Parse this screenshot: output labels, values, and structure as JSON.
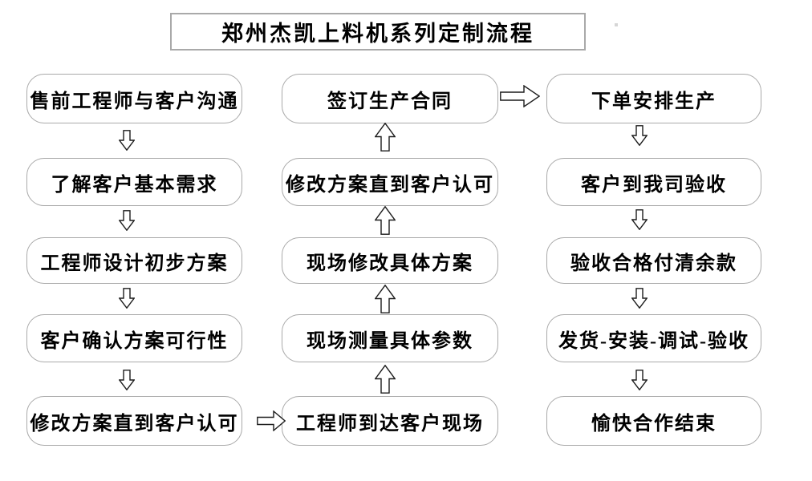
{
  "flowchart": {
    "title": "郑州杰凯上料机系列定制流程",
    "columns": [
      {
        "name": "pre-sale-design",
        "flow_direction": "down",
        "steps": [
          "售前工程师与客户沟通",
          "了解客户基本需求",
          "工程师设计初步方案",
          "客户确认方案可行性",
          "修改方案直到客户认可"
        ]
      },
      {
        "name": "on-site-confirmation",
        "flow_direction": "up",
        "steps": [
          "签订生产合同",
          "修改方案直到客户认可",
          "现场修改具体方案",
          "现场测量具体参数",
          "工程师到达客户现场"
        ]
      },
      {
        "name": "production-delivery",
        "flow_direction": "down",
        "steps": [
          "下单安排生产",
          "客户到我司验收",
          "验收合格付清余款",
          "发货-安装-调试-验收",
          "愉快合作结束"
        ]
      }
    ],
    "connector_style": {
      "outline_color": "#1c1c1c",
      "fill_color": "#ffffff",
      "box_border_color": "#a9a9a9"
    }
  }
}
